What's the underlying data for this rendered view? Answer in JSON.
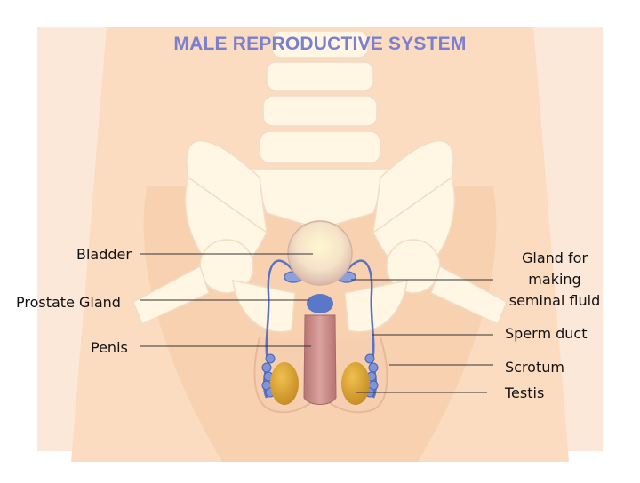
{
  "title": "MALE REPRODUCTIVE SYSTEM",
  "colors": {
    "title": "#7a7fd0",
    "skin": "#fbdcc0",
    "bone": "#fff6e4",
    "bladder": "#f3dcc9",
    "prostate": "#5b77c8",
    "vessel": "#5a72c4",
    "penis": "#c98a86",
    "testis": "#d8a02e",
    "leader_line": "#333333"
  },
  "labels": {
    "bladder": "Bladder",
    "prostate_gland": "Prostate Gland",
    "penis": "Penis",
    "seminal_gland": [
      "Gland for",
      "making",
      "seminal fluid"
    ],
    "sperm_duct": "Sperm duct",
    "scrotum": "Scrotum",
    "testis": "Testis"
  }
}
